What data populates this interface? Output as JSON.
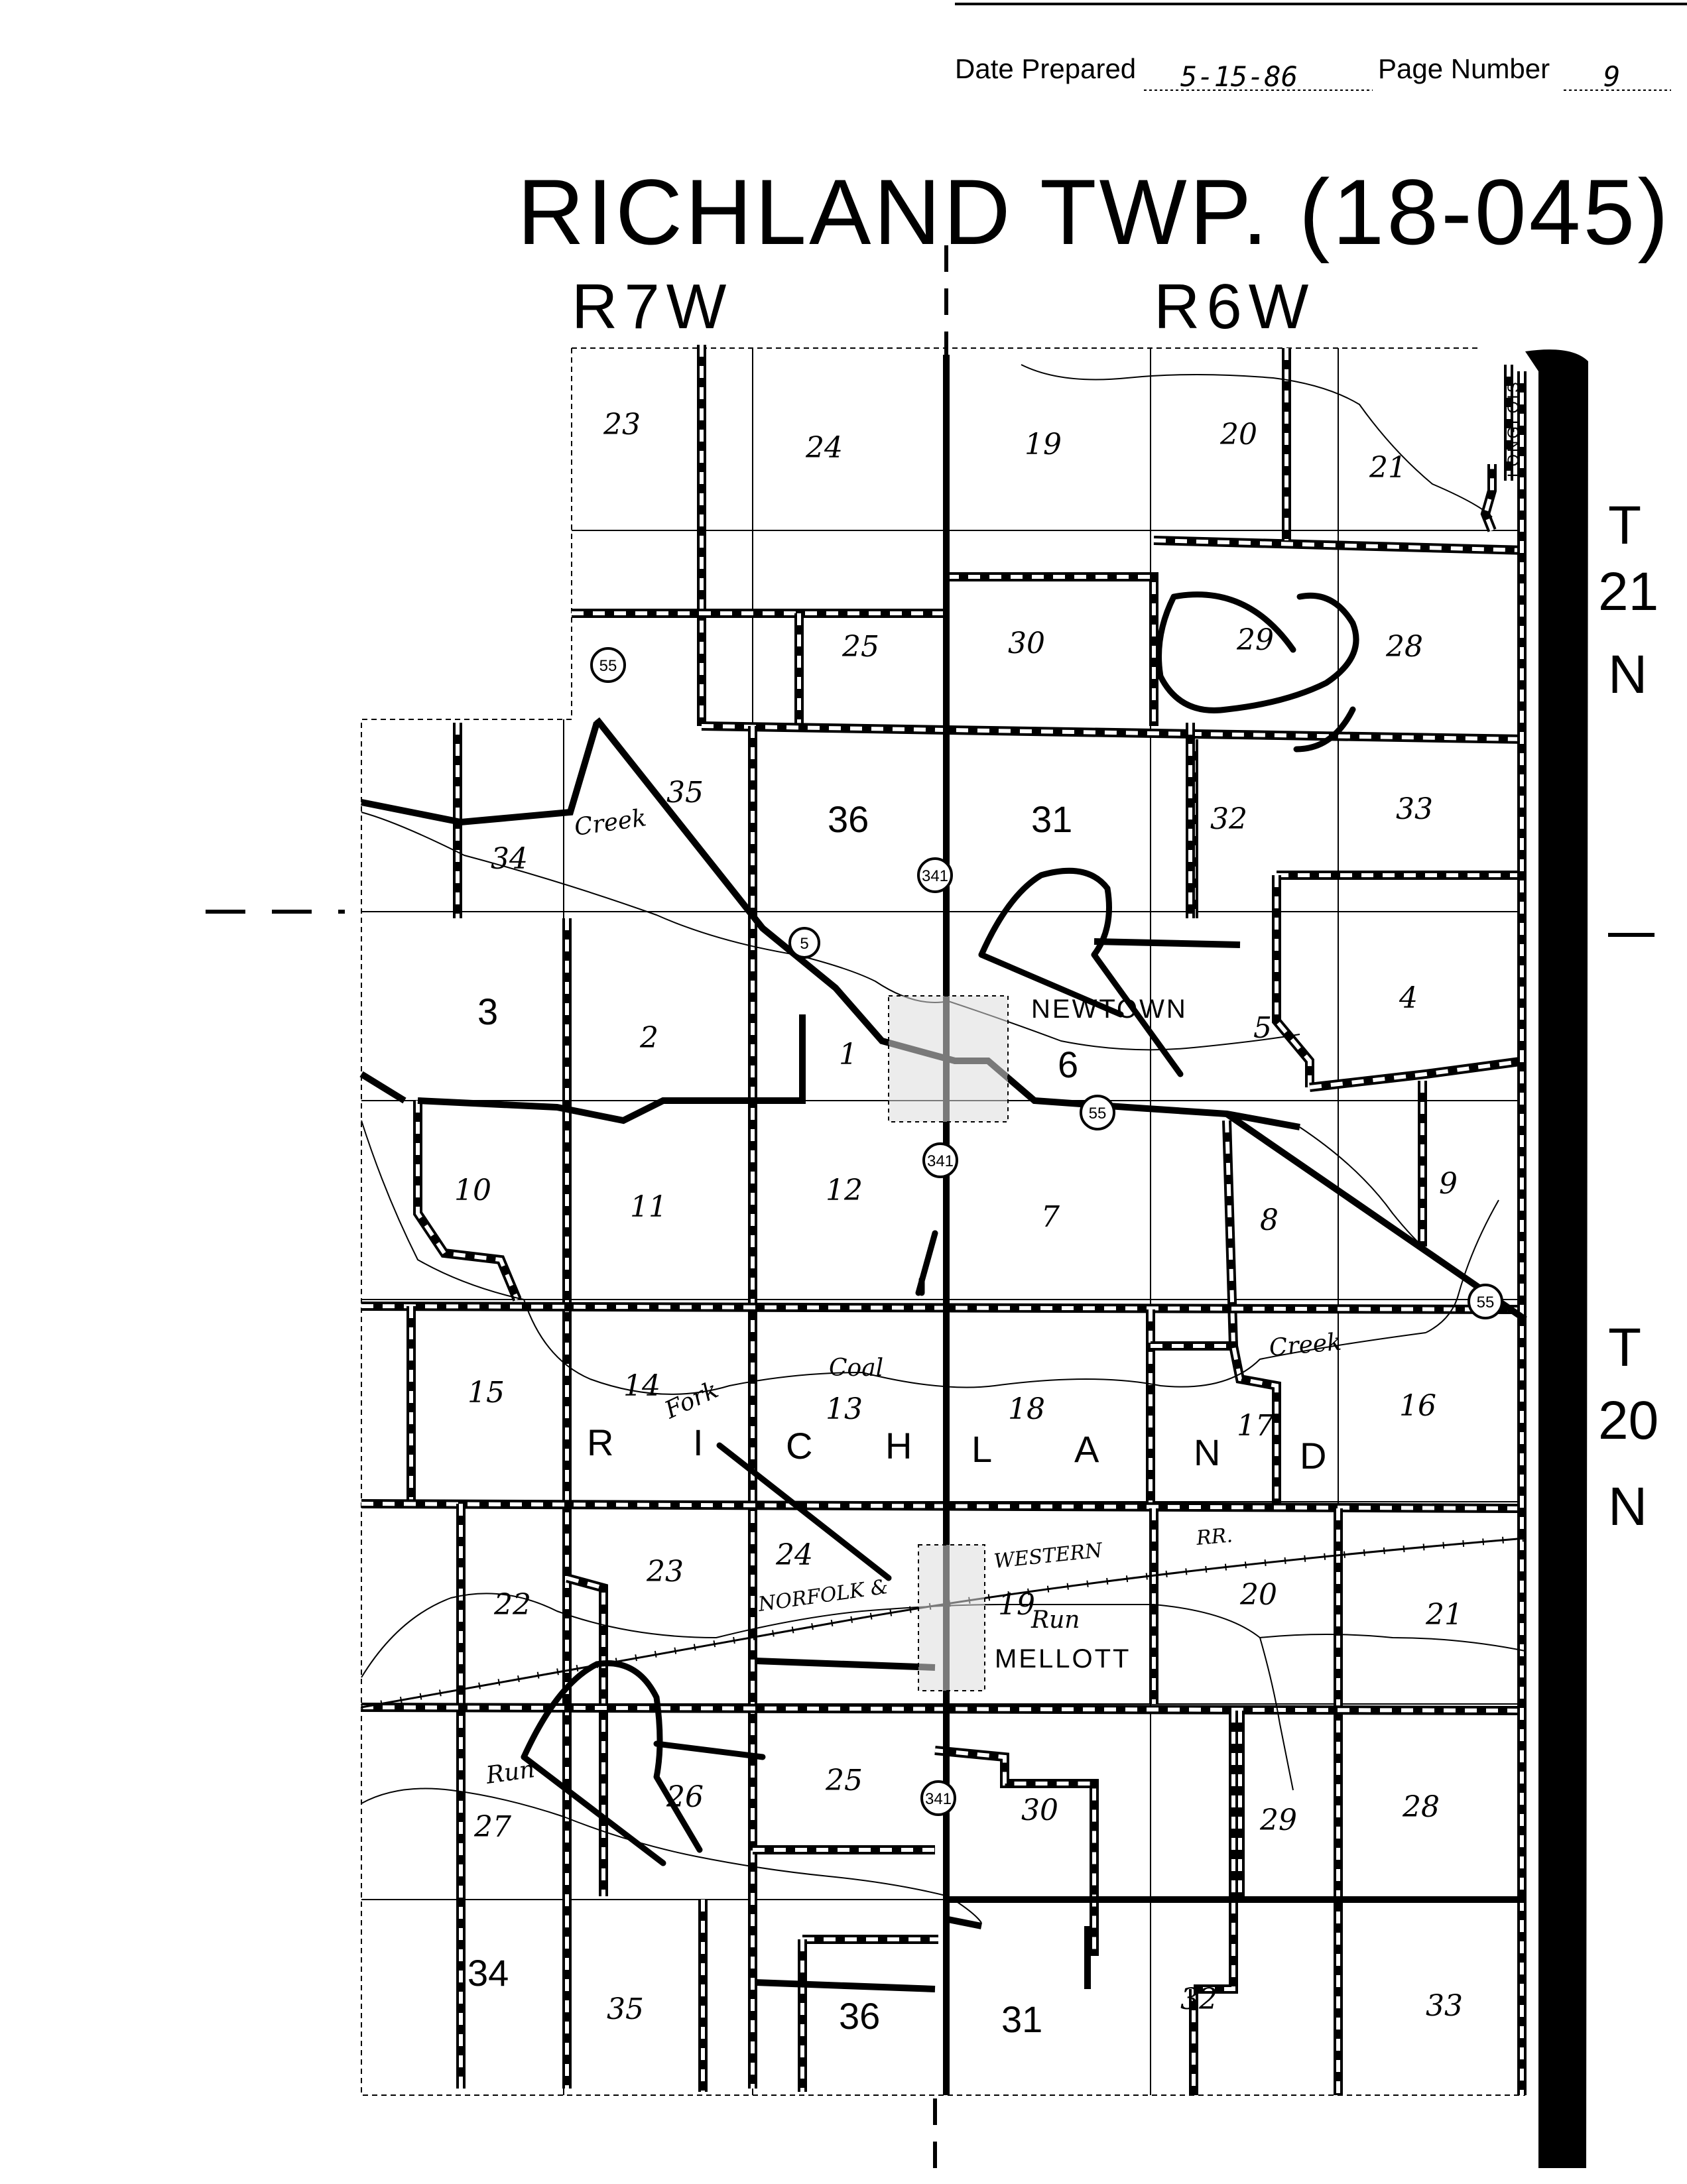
{
  "header": {
    "date_label": "Date Prepared",
    "date_value": "5-15-86",
    "page_label": "Page Number",
    "page_value": "9"
  },
  "map": {
    "title": "RICHLAND TWP. (18-045)",
    "range_west": "R7W",
    "range_east": "R6W",
    "township_north": [
      "T",
      "21",
      "N"
    ],
    "township_south": [
      "T",
      "20",
      "N"
    ],
    "place_richland": [
      "R",
      "I",
      "C",
      "H",
      "L",
      "A",
      "N",
      "D"
    ],
    "town_newtown": "NEWTOWN",
    "town_mellott": "MELLOTT",
    "area_longlois": "LONGLOIS",
    "railroad": {
      "part1": "NORFOLK &",
      "part2": "WESTERN",
      "part3": "RR."
    },
    "streams": {
      "creek_top": "Creek",
      "fork": "Fork",
      "coal": "Coal",
      "creek_mid": "Creek",
      "run_mid": "Run",
      "run_left": "Run"
    },
    "highways": {
      "sr55": "55",
      "sr341": "341",
      "sr5": "5"
    },
    "sections_north": [
      {
        "label": "23",
        "id": "s23n"
      },
      {
        "label": "24",
        "id": "s24n"
      },
      {
        "label": "19",
        "id": "s19n"
      },
      {
        "label": "20",
        "id": "s20n"
      },
      {
        "label": "21",
        "id": "s21n"
      },
      {
        "label": "25",
        "id": "s25n"
      },
      {
        "label": "30",
        "id": "s30n"
      },
      {
        "label": "29",
        "id": "s29n"
      },
      {
        "label": "28",
        "id": "s28n"
      },
      {
        "label": "35",
        "id": "s35n"
      },
      {
        "label": "36",
        "id": "s36n"
      },
      {
        "label": "31",
        "id": "s31n"
      },
      {
        "label": "32",
        "id": "s32n"
      },
      {
        "label": "33",
        "id": "s33n"
      },
      {
        "label": "34",
        "id": "s34n"
      }
    ],
    "sections_south": [
      {
        "label": "3"
      },
      {
        "label": "2"
      },
      {
        "label": "1"
      },
      {
        "label": "6"
      },
      {
        "label": "5"
      },
      {
        "label": "4"
      },
      {
        "label": "10"
      },
      {
        "label": "11"
      },
      {
        "label": "12"
      },
      {
        "label": "7"
      },
      {
        "label": "8"
      },
      {
        "label": "9"
      },
      {
        "label": "15"
      },
      {
        "label": "14"
      },
      {
        "label": "13"
      },
      {
        "label": "18"
      },
      {
        "label": "17"
      },
      {
        "label": "16"
      },
      {
        "label": "22"
      },
      {
        "label": "23"
      },
      {
        "label": "24"
      },
      {
        "label": "19"
      },
      {
        "label": "20"
      },
      {
        "label": "21"
      },
      {
        "label": "27"
      },
      {
        "label": "26"
      },
      {
        "label": "25"
      },
      {
        "label": "30"
      },
      {
        "label": "29"
      },
      {
        "label": "28"
      },
      {
        "label": "34"
      },
      {
        "label": "35"
      },
      {
        "label": "36"
      },
      {
        "label": "31"
      },
      {
        "label": "32"
      },
      {
        "label": "33"
      }
    ]
  }
}
